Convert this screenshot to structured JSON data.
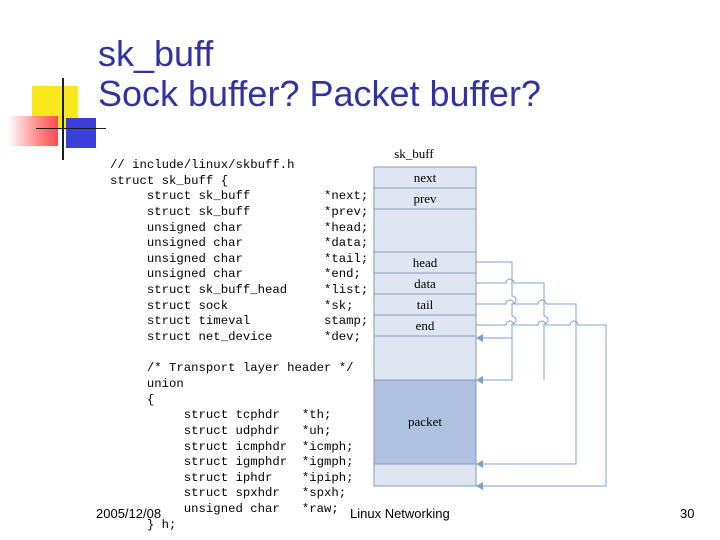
{
  "slide": {
    "title_line1": "sk_buff",
    "title_line2": "Sock buffer? Packet buffer?",
    "code_lines": [
      "// include/linux/skbuff.h",
      "struct sk_buff {",
      "     struct sk_buff          *next;",
      "     struct sk_buff          *prev;",
      "     unsigned char           *head;",
      "     unsigned char           *data;",
      "     unsigned char           *tail;",
      "     unsigned char           *end;",
      "     struct sk_buff_head     *list;",
      "     struct sock             *sk;",
      "     struct timeval          stamp;",
      "     struct net_device       *dev;",
      "",
      "     /* Transport layer header */",
      "     union",
      "     {",
      "          struct tcphdr   *th;",
      "          struct udphdr   *uh;",
      "          struct icmphdr  *icmph;",
      "          struct igmphdr  *igmph;",
      "          struct iphdr    *ipiph;",
      "          struct spxhdr   *spxh;",
      "          unsigned char   *raw;",
      "     } h;"
    ],
    "diagram": {
      "label": "sk_buff",
      "fields": [
        "next",
        "prev",
        "head",
        "data",
        "tail",
        "end"
      ],
      "packet_label": "packet",
      "packet_fill": "#aec1e0",
      "field_fill": "#dfe6f2",
      "connector_color": "#7f9fcf"
    },
    "footer": {
      "date": "2005/12/08",
      "title": "Linux Networking",
      "page": "30"
    }
  }
}
